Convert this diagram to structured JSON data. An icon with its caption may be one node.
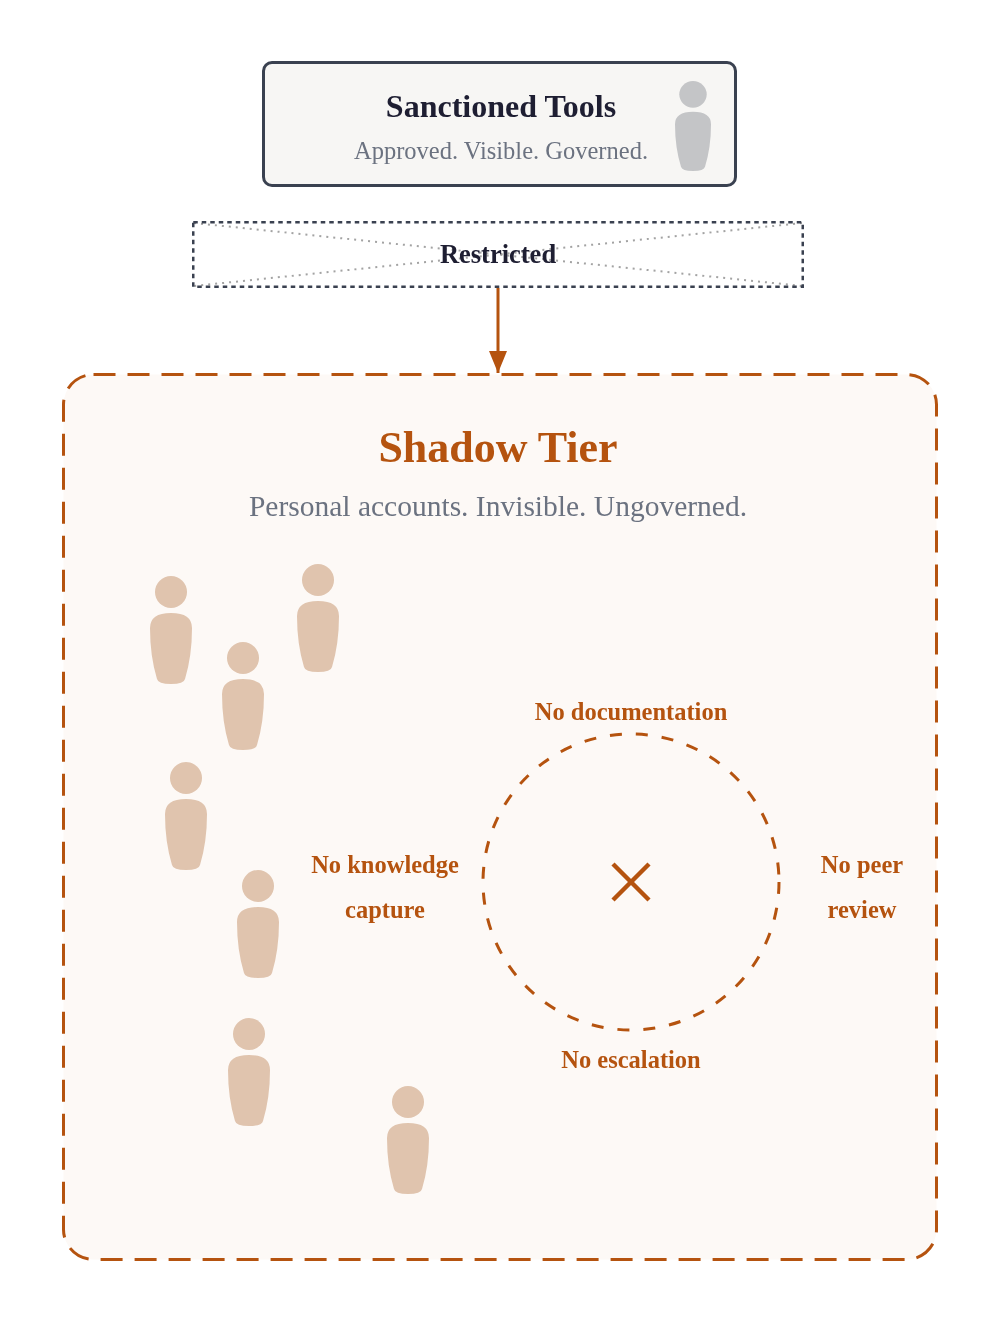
{
  "diagram": {
    "nodes": [
      {
        "text": [
          "Sanctioned Tools",
          "Approved. Visible. Governed."
        ]
      },
      {
        "text": [
          "Restricted"
        ]
      },
      {
        "text": [
          "Shadow Tier",
          "Personal accounts. Invisible. Ungoverned."
        ]
      },
      {
        "text": [],
        "shape": "circle",
        "in": 2,
        "beside": [
          "No documentation",
          "No knowledge capture",
          "No peer review",
          "No escalation"
        ]
      }
    ],
    "edges": [
      {
        "from": 1,
        "to": 2,
        "arrow": "to"
      }
    ]
  }
}
